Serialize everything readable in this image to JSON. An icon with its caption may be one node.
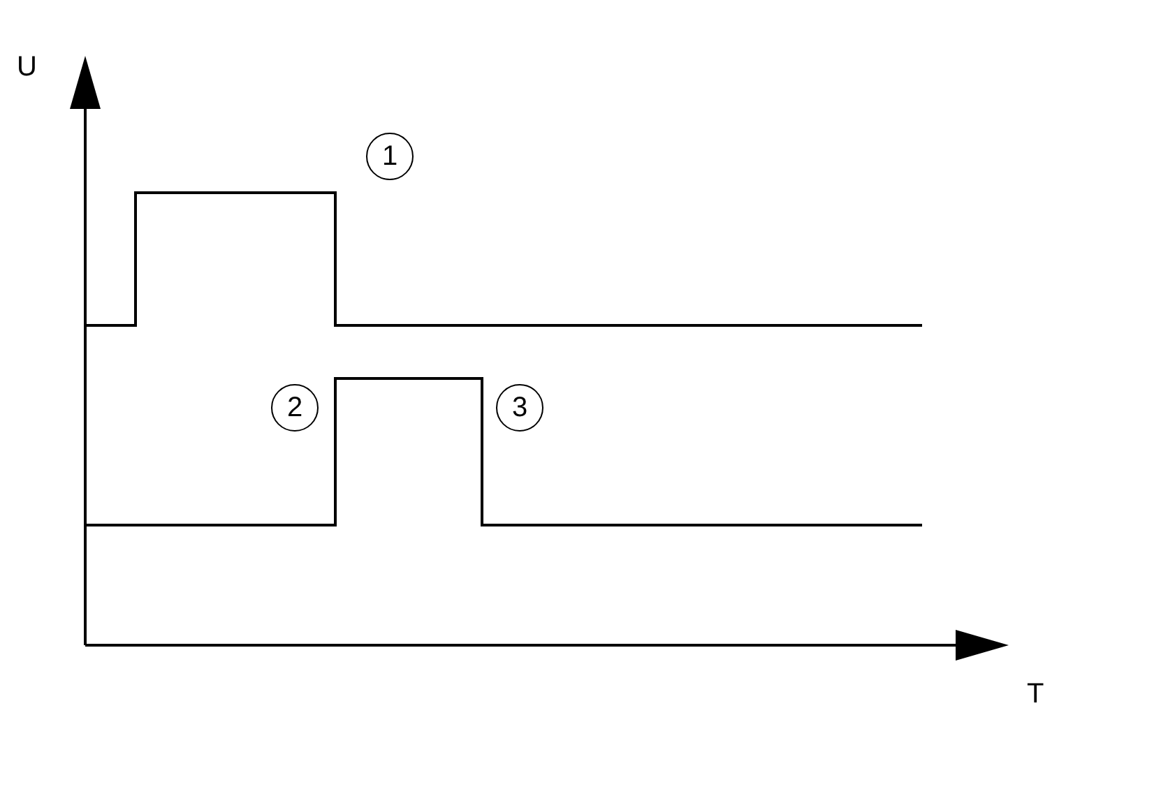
{
  "diagram": {
    "nodes": [
      {
        "text": [
          "1"
        ]
      },
      {
        "text": [
          "2"
        ]
      },
      {
        "text": [
          "3"
        ]
      }
    ],
    "labels": [
      "U",
      "T"
    ]
  }
}
